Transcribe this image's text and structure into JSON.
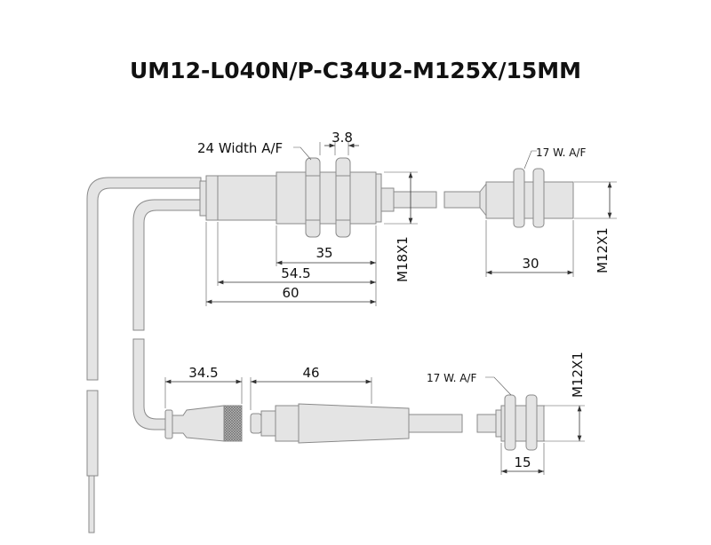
{
  "title": "UM12-L040N/P-C34U2-M125X/15MM",
  "top_sensor": {
    "nut_label": "24 Width A/F",
    "nut_thickness": "3.8",
    "thread_length": "35",
    "body_length": "54.5",
    "total_length": "60",
    "thread": "M18X1"
  },
  "remote_head_top": {
    "nut_label": "17 W. A/F",
    "length": "30",
    "thread": "M12X1"
  },
  "connector": {
    "female_length": "34.5",
    "male_length": "46"
  },
  "remote_head_bottom": {
    "nut_label": "17 W. A/F",
    "length": "15",
    "thread": "M12X1"
  },
  "colors": {
    "part_fill": "#e4e4e4",
    "outline": "#8a8a8a"
  }
}
